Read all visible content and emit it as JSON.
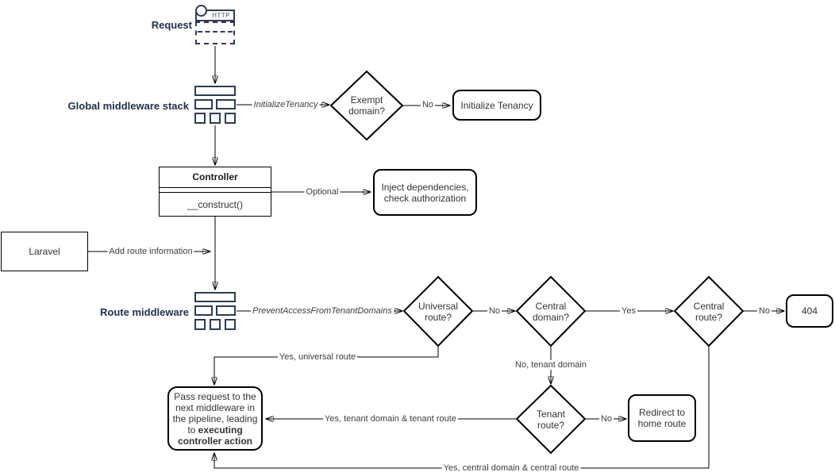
{
  "colors": {
    "label_navy": "#22304c",
    "icon_navy": "#2e3b52",
    "shape_border": "#000000",
    "shape_text": "#333333",
    "background": "#ffffff"
  },
  "nodes": {
    "request": {
      "label": "Request"
    },
    "http_icon": {
      "text": "HTTP"
    },
    "global_middleware": {
      "label": "Global middleware stack"
    },
    "route_middleware": {
      "label": "Route middleware"
    },
    "exempt_domain": {
      "label": "Exempt domain?"
    },
    "initialize_tenancy": {
      "label": "Initialize Tenancy"
    },
    "controller": {
      "title": "Controller",
      "method": "__construct()"
    },
    "inject": {
      "label": "Inject dependencies, check authorization"
    },
    "laravel": {
      "label": "Laravel"
    },
    "universal_route": {
      "label": "Universal route?"
    },
    "central_domain": {
      "label": "Central domain?"
    },
    "central_route": {
      "label": "Central route?"
    },
    "error_404": {
      "label": "404"
    },
    "tenant_route": {
      "label": "Tenant route?"
    },
    "redirect_home": {
      "label": "Redirect to home route"
    },
    "pass_request": {
      "text": "Pass request to the next middleware in the pipeline, leading to ",
      "bold": "executing controller action"
    }
  },
  "edges": {
    "initialize_tenancy_middleware": "InitializeTenancy",
    "exempt_no": "No",
    "optional": "Optional",
    "add_route_information": "Add route information",
    "prevent_access": "PreventAccessFromTenantDomains",
    "universal_no": "No",
    "central_domain_yes": "Yes",
    "central_route_no": "No",
    "universal_yes": "Yes, universal route",
    "tenant_domain_no": "No, tenant domain",
    "tenant_yes": "Yes, tenant domain & tenant route",
    "tenant_route_no": "No",
    "central_yes": "Yes, central domain & central route"
  }
}
